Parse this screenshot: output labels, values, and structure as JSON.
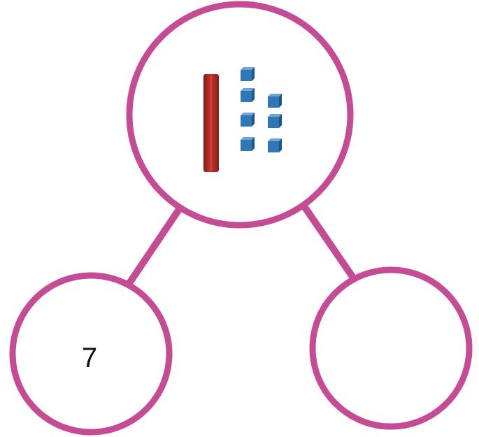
{
  "number_bond": {
    "outline_color": "#c64b95",
    "whole": {
      "ten_rods": 1,
      "unit_cubes": 7,
      "rod_color": "#b02a26",
      "cube_color": "#2f78b5"
    },
    "left_part": {
      "value": "7"
    },
    "right_part": {
      "value": ""
    }
  }
}
